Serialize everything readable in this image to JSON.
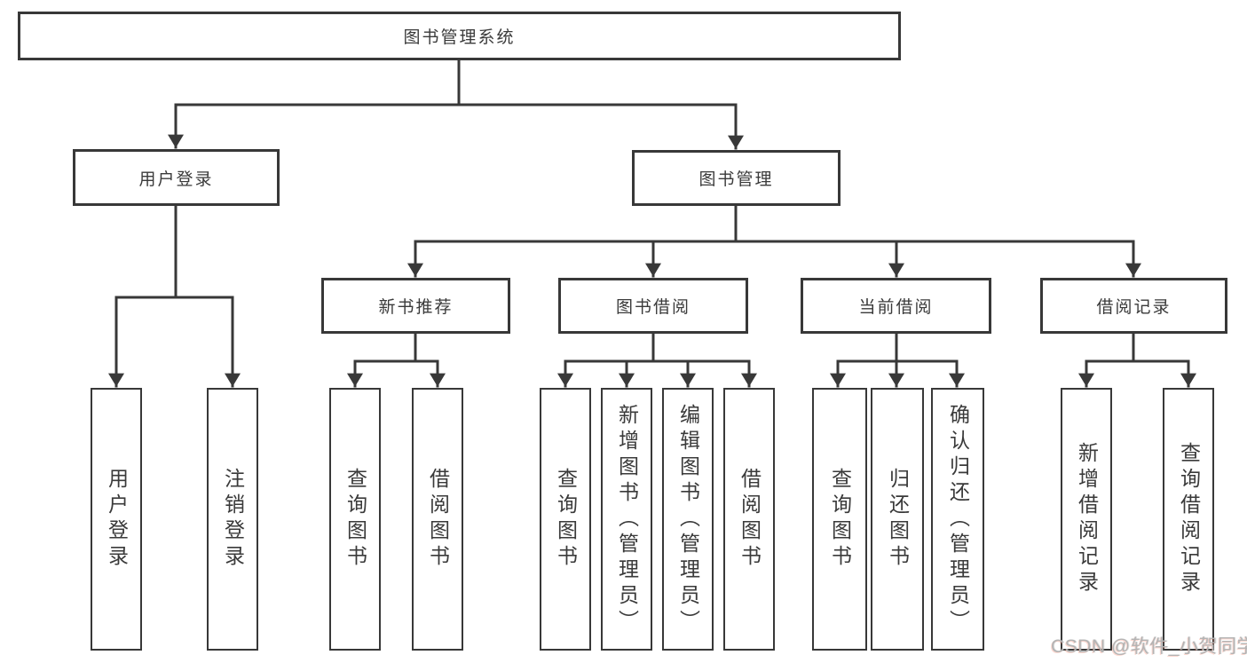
{
  "diagram_title": "图书管理系统",
  "root": {
    "label": "图书管理系统"
  },
  "level2": [
    {
      "label": "用户登录"
    },
    {
      "label": "图书管理"
    }
  ],
  "level3": [
    {
      "label": "新书推荐"
    },
    {
      "label": "图书借阅"
    },
    {
      "label": "当前借阅"
    },
    {
      "label": "借阅记录"
    }
  ],
  "leaves": {
    "login": [
      {
        "label": "用户登录"
      },
      {
        "label": "注销登录"
      }
    ],
    "recommend": [
      {
        "label": "查询图书"
      },
      {
        "label": "借阅图书"
      }
    ],
    "borrow": [
      {
        "label": "查询图书"
      },
      {
        "label": "新增图书（管理员）"
      },
      {
        "label": "编辑图书（管理员）"
      },
      {
        "label": "借阅图书"
      }
    ],
    "current": [
      {
        "label": "查询图书"
      },
      {
        "label": "归还图书"
      },
      {
        "label": "确认归还（管理员）"
      }
    ],
    "records": [
      {
        "label": "新增借阅记录"
      },
      {
        "label": "查询借阅记录"
      }
    ]
  },
  "watermark": {
    "text": "CSDN @软件_小贺同学"
  },
  "colors": {
    "line": "#383838",
    "text": "#3a3a3a",
    "background": "#ffffff",
    "watermark_gray": "#b4b4b4",
    "watermark_red_fringe": "#fc5531"
  }
}
